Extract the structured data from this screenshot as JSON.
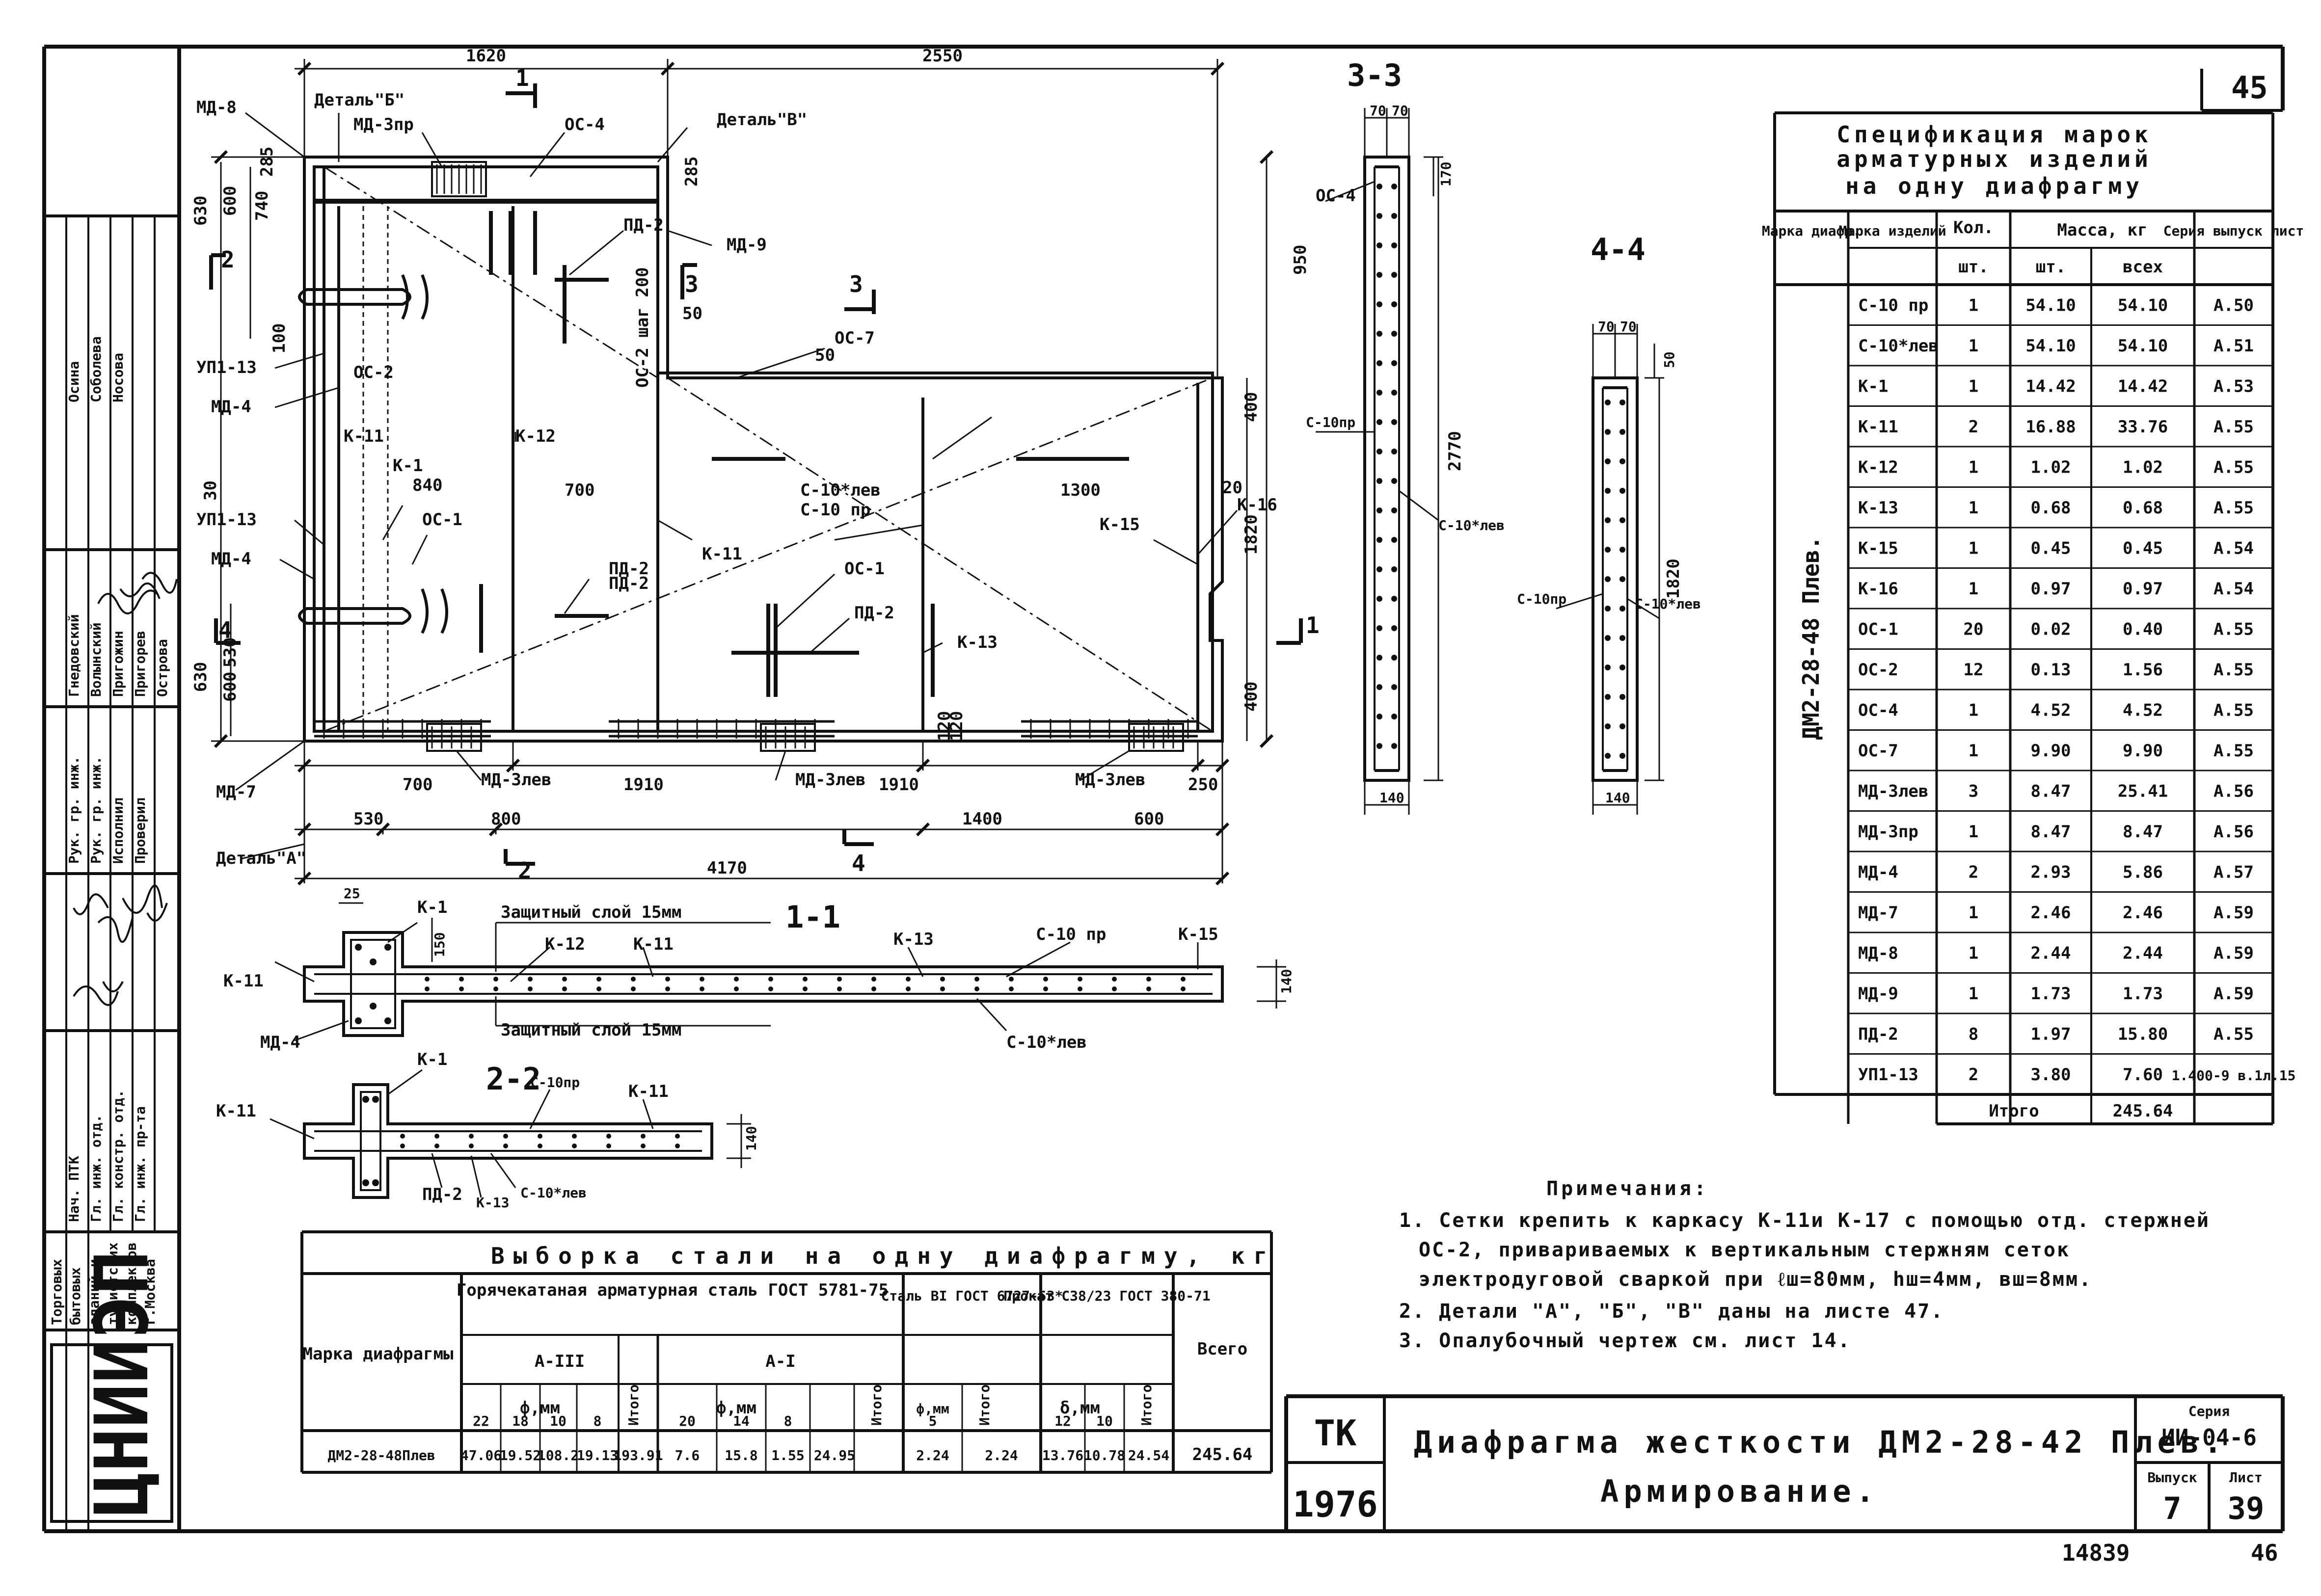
{
  "sheet": {
    "sheet_no": "45",
    "bottom_number": "14839",
    "bottom_page": "46"
  },
  "left_stamp": {
    "roles": [
      "Нач. ПТК",
      "Гл. инж. отд.",
      "Гл. констр. отд.",
      "Гл. инж. пр-та",
      "Рук. гр. инж.",
      "Рук. гр. инж.",
      "Исполнил",
      "Проверил"
    ],
    "names": [
      "Гнедовский",
      "Волынский",
      "Пригожин",
      "Пригорев",
      "Островa",
      "Осина",
      "Соболева",
      "Носова"
    ],
    "org": [
      "Торговых",
      "бытовых",
      "зданий и",
      "туристских",
      "комплексов",
      "г.Москва"
    ],
    "logo": "ЦНИИЭП"
  },
  "plan": {
    "labels": [
      "МД-8",
      "Деталь\"Б\"",
      "МД-3пр",
      "ОС-4",
      "Деталь\"В\"",
      "МД-9",
      "ПД-2",
      "ОС-2 шаг 200",
      "ОС-7",
      "УП1-13",
      "МД-4",
      "ОС-2",
      "К-11",
      "К-1",
      "К-12",
      "ПД-2",
      "С-10*лев",
      "С-10 пр",
      "ОС-1",
      "ПД-2",
      "К-13",
      "К-15",
      "К-16",
      "К-11",
      "УП1-13",
      "МД-4",
      "ОС-1",
      "ПД-2",
      "МД-3лев",
      "МД-3лев",
      "МД-3лев",
      "МД-7",
      "Деталь\"А\""
    ],
    "dims": {
      "top": [
        "1620",
        "2550"
      ],
      "left": [
        "630",
        "600",
        "740",
        "285",
        "530",
        "600",
        "630",
        "30",
        "100"
      ],
      "inner": [
        "840",
        "700",
        "1300",
        "285",
        "50",
        "950",
        "400",
        "1820",
        "400",
        "20",
        "120",
        "120",
        "50"
      ],
      "bottom1": [
        "700",
        "1910",
        "1910",
        "250"
      ],
      "bottom2": [
        "530",
        "800",
        "1400",
        "600"
      ],
      "total": "4170",
      "sections": [
        "1",
        "2",
        "3",
        "4",
        "1",
        "2",
        "3",
        "4"
      ]
    }
  },
  "section_33": {
    "title": "3-3",
    "dims": [
      "70",
      "70",
      "170",
      "2770",
      "140"
    ],
    "labels": [
      "ОС-4",
      "С-10пр",
      "С-10*лев"
    ]
  },
  "section_44": {
    "title": "4-4",
    "dims": [
      "70",
      "70",
      "50",
      "1820",
      "140"
    ],
    "labels": [
      "С-10пр",
      "С-10*лев"
    ]
  },
  "section_11": {
    "title": "1-1",
    "labels": [
      "К-1",
      "К-11",
      "МД-4",
      "К-12",
      "К-11",
      "К-13",
      "С-10 пр",
      "К-15",
      "С-10*лев"
    ],
    "cover_top": "Защитный слой 15мм",
    "cover_bottom": "Защитный слой 15мм",
    "dims": [
      "25",
      "150",
      "140"
    ]
  },
  "section_22": {
    "title": "2-2",
    "labels": [
      "К-1",
      "К-11",
      "С-10пр",
      "К-11",
      "ПД-2",
      "К-13",
      "С-10*лев"
    ],
    "dims": [
      "140"
    ]
  },
  "spec": {
    "title_lines": [
      "Спецификация марок",
      "арматурных изделий",
      "на одну диафрагму"
    ],
    "headers": [
      "Марка диафр.",
      "Марка изделий",
      "Кол. шт.",
      "Масса, кг шт.",
      "Масса, кг всех",
      "Серия выпуск лист"
    ],
    "h_mass": "Масса, кг",
    "h_unit": "шт.",
    "h_all": "всех",
    "h_kol": "Кол.",
    "h_sht": "шт.",
    "h_mark_d": "Марка диафр.",
    "h_mark_i": "Марка изделий",
    "h_series": "Серия выпуск лист",
    "diaphragm": "ДМ2-28-48 Плев.",
    "rows": [
      [
        "С-10 пр",
        "1",
        "54.10",
        "54.10",
        "А.50"
      ],
      [
        "С-10*лев",
        "1",
        "54.10",
        "54.10",
        "А.51"
      ],
      [
        "К-1",
        "1",
        "14.42",
        "14.42",
        "А.53"
      ],
      [
        "К-11",
        "2",
        "16.88",
        "33.76",
        "А.55"
      ],
      [
        "К-12",
        "1",
        "1.02",
        "1.02",
        "А.55"
      ],
      [
        "К-13",
        "1",
        "0.68",
        "0.68",
        "А.55"
      ],
      [
        "К-15",
        "1",
        "0.45",
        "0.45",
        "А.54"
      ],
      [
        "К-16",
        "1",
        "0.97",
        "0.97",
        "А.54"
      ],
      [
        "ОС-1",
        "20",
        "0.02",
        "0.40",
        "А.55"
      ],
      [
        "ОС-2",
        "12",
        "0.13",
        "1.56",
        "А.55"
      ],
      [
        "ОС-4",
        "1",
        "4.52",
        "4.52",
        "А.55"
      ],
      [
        "ОС-7",
        "1",
        "9.90",
        "9.90",
        "А.55"
      ],
      [
        "МД-3лев",
        "3",
        "8.47",
        "25.41",
        "А.56"
      ],
      [
        "МД-3пр",
        "1",
        "8.47",
        "8.47",
        "А.56"
      ],
      [
        "МД-4",
        "2",
        "2.93",
        "5.86",
        "А.57"
      ],
      [
        "МД-7",
        "1",
        "2.46",
        "2.46",
        "А.59"
      ],
      [
        "МД-8",
        "1",
        "2.44",
        "2.44",
        "А.59"
      ],
      [
        "МД-9",
        "1",
        "1.73",
        "1.73",
        "А.59"
      ],
      [
        "ПД-2",
        "8",
        "1.97",
        "15.80",
        "А.55"
      ],
      [
        "УП1-13",
        "2",
        "3.80",
        "7.60",
        "1.400-9 в.1л.15"
      ]
    ],
    "total_label": "Итого",
    "total_value": "245.64"
  },
  "notes": {
    "title": "Примечания:",
    "lines": [
      "1. Сетки крепить к каркасу К-11и К-17 с помощью отд. стержней",
      "ОС-2, привариваемых к вертикальным стержням сеток",
      "электродуговой сваркой при ℓш=80мм, hш=4мм, вш=8мм.",
      "2. Детали \"А\", \"Б\", \"В\" даны на листе 47.",
      "3. Опалубочный чертеж см. лист 14."
    ]
  },
  "steel": {
    "title": "Выборка стали на одну диафрагму, кг",
    "h_mark": "Марка диафрагмы",
    "h_hot": "Горячекатаная арматурная сталь ГОСТ 5781-75",
    "h_a3": "А-III",
    "h_a1": "А-I",
    "h_st": "Сталь ВI ГОСТ 6727-53*",
    "h_prokat": "Прокат С38/23 ГОСТ 380-71",
    "h_total": "Всего",
    "h_phi": "ф,мм",
    "h_delta": "δ,мм",
    "h_itogo": "Итого",
    "a3_d": [
      "22",
      "18",
      "10",
      "8"
    ],
    "a1_d": [
      "20",
      "14",
      "8"
    ],
    "st_d": [
      "5"
    ],
    "pr_d": [
      "12",
      "10"
    ],
    "row": {
      "mark": "ДМ2-28-48Плев",
      "a3": [
        "47.06",
        "19.52",
        "108.2",
        "19.13",
        "193.91"
      ],
      "a1": [
        "7.6",
        "15.8",
        "1.55",
        "24.95"
      ],
      "st": [
        "2.24",
        "2.24"
      ],
      "pr": [
        "13.76",
        "10.78",
        "24.54"
      ],
      "total": "245.64"
    }
  },
  "title_block": {
    "code": "ТК",
    "year": "1976",
    "line1": "Диафрагма жесткости ДМ2-28-42 Плев.",
    "line2": "Армирование.",
    "h_series": "Серия",
    "series": "ИИ-04-6",
    "h_issue": "Выпуск",
    "issue": "7",
    "h_sheet": "Лист",
    "sheet": "39"
  }
}
